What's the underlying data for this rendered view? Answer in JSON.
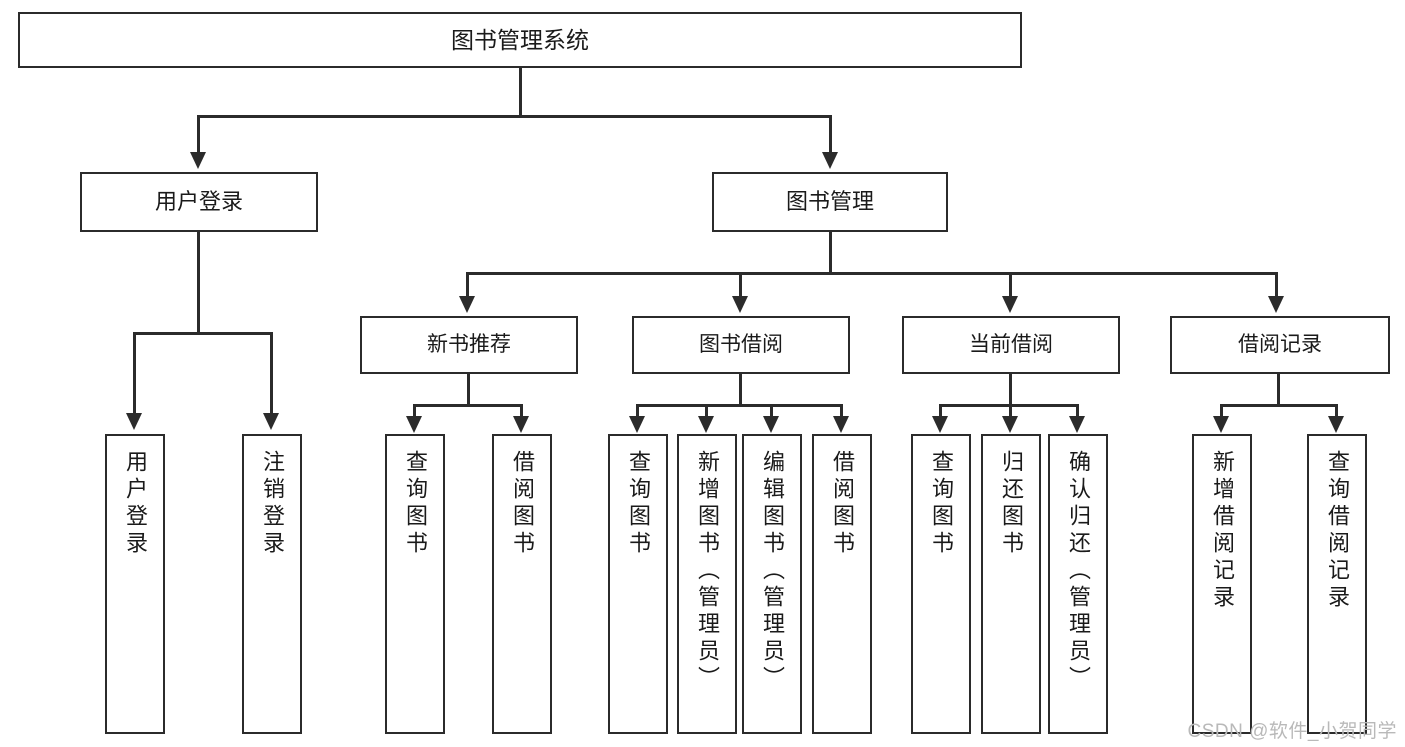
{
  "diagram": {
    "title": "图书管理系统",
    "type": "tree",
    "watermark": "CSDN @软件_小贺同学",
    "line_color": "#2b2b2b",
    "box_fill": "#ffffff",
    "text_color": "#1a1a1a",
    "watermark_color": "#b9b9b9"
  },
  "root": {
    "label": "图书管理系统"
  },
  "level2": [
    {
      "label": "用户登录"
    },
    {
      "label": "图书管理"
    }
  ],
  "level3": [
    {
      "label": "新书推荐"
    },
    {
      "label": "图书借阅"
    },
    {
      "label": "当前借阅"
    },
    {
      "label": "借阅记录"
    }
  ],
  "leaves": {
    "user_login": [
      {
        "label": "用户登录"
      },
      {
        "label": "注销登录"
      }
    ],
    "new_book": [
      {
        "label": "查询图书"
      },
      {
        "label": "借阅图书"
      }
    ],
    "book_borrow": [
      {
        "label": "查询图书"
      },
      {
        "label": "新增图书（管理员）"
      },
      {
        "label": "编辑图书（管理员）"
      },
      {
        "label": "借阅图书"
      }
    ],
    "current_borrow": [
      {
        "label": "查询图书"
      },
      {
        "label": "归还图书"
      },
      {
        "label": "确认归还（管理员）"
      }
    ],
    "borrow_record": [
      {
        "label": "新增借阅记录"
      },
      {
        "label": "查询借阅记录"
      }
    ]
  }
}
